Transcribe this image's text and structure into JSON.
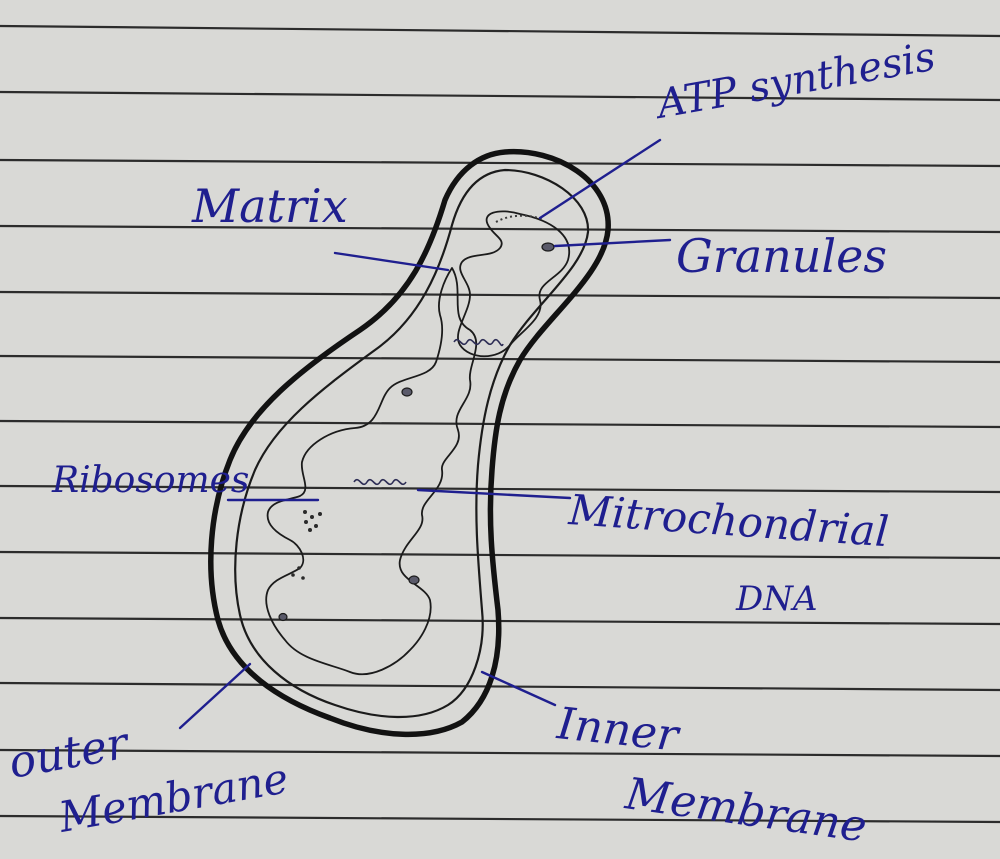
{
  "diagram": {
    "labels": {
      "atp": "ATP synthesis",
      "matrix": "Matrix",
      "granules": "Granules",
      "ribosomes": "Ribosomes",
      "mtdna_1": "Mitrochondrial",
      "mtdna_2": "DNA",
      "inner_1": "Inner",
      "inner_2": "Membrane",
      "outer_1": "outer",
      "outer_2": "Membrane"
    },
    "colors": {
      "paper": "#d9d9d6",
      "ruled_line": "#2c2c2c",
      "ink": "#1f1f8f",
      "sketch": "#151515"
    }
  }
}
